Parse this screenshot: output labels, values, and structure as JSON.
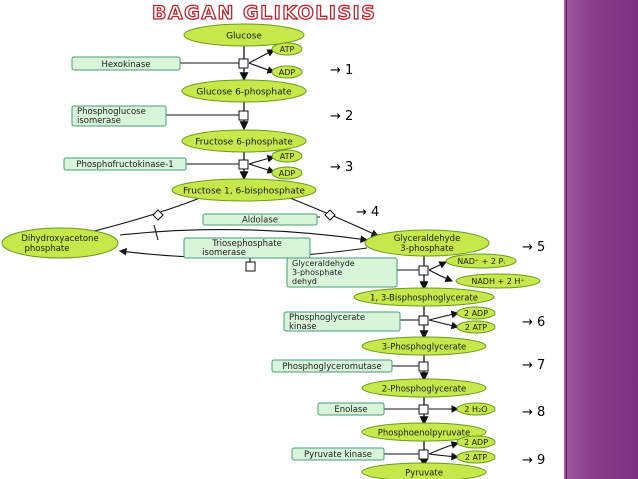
{
  "title": "BAGAN GLIKOLISIS",
  "colors": {
    "metabolite_fill": "#c6e84a",
    "metabolite_stroke": "#6b9a1e",
    "enzyme_fill": "#d9f5d9",
    "enzyme_stroke": "#4a9a7a",
    "sidebar": "#8a3f8c",
    "title_outline": "#b5262e"
  },
  "metabolites": {
    "glucose": "Glucose",
    "g6p": "Glucose 6-phosphate",
    "f6p": "Fructose 6-phosphate",
    "f16bp": "Fructose 1, 6-bisphosphate",
    "dhap_line1": "Dihydroxyacetone",
    "dhap_line2": "phosphate",
    "g3p_line1": "Glyceraldehyde",
    "g3p_line2": "3-phosphate",
    "bpg": "1, 3-Bisphosphoglycerate",
    "pg3": "3-Phosphoglycerate",
    "pg2": "2-Phosphoglycerate",
    "pep": "Phosphoenolpyruvate",
    "pyruvate": "Pyruvate"
  },
  "enzymes": {
    "hexokinase": "Hexokinase",
    "pgi_line1": "Phosphoglucose",
    "pgi_line2": "isomerase",
    "pfk": "Phosphofructokinase-1",
    "aldolase": "Aldolase",
    "tpi_line1": "Triosephosphate",
    "tpi_line2": "isomerase",
    "gapdh_line1": "Glyceraldehyde",
    "gapdh_line2": "3-phosphate",
    "gapdh_line3": "dehyd",
    "pgk_line1": "Phosphoglycerate",
    "pgk_line2": "kinase",
    "pgm": "Phosphoglyceromutase",
    "enolase": "Enolase",
    "pk": "Pyruvate kinase"
  },
  "cofactors": {
    "atp1": "ATP",
    "adp1": "ADP",
    "atp3": "ATP",
    "adp3": "ADP",
    "nad": "NAD⁺ + 2 Pᵢ",
    "nadh": "NADH + 2 H⁺",
    "adp6": "2 ADP",
    "atp6": "2 ATP",
    "h2o": "2 H₂O",
    "adp9": "2 ADP",
    "atp9": "2 ATP"
  },
  "steps": [
    "→ 1",
    "→ 2",
    "→ 3",
    "→ 4",
    "→ 5",
    "→ 6",
    "→ 7",
    "→ 8",
    "→ 9"
  ]
}
